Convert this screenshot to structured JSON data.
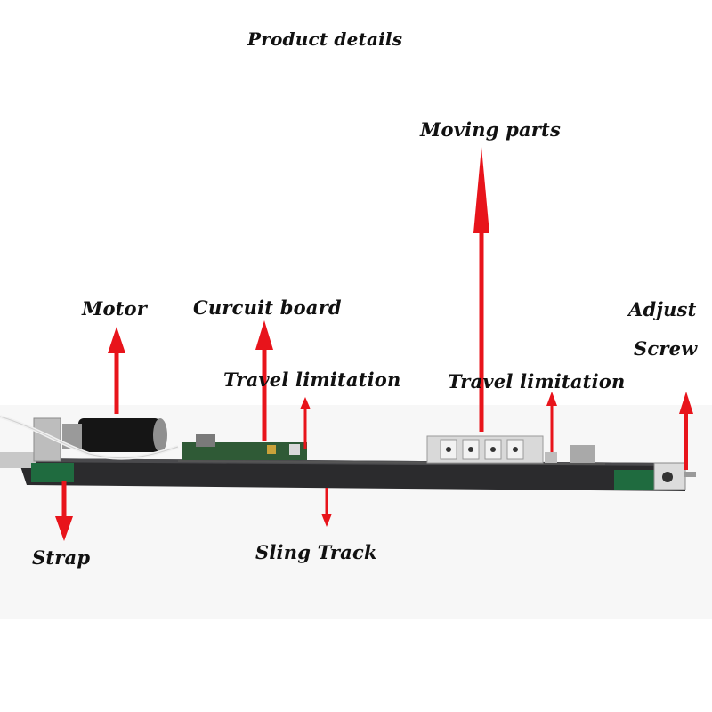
{
  "title": "Product details",
  "labels": {
    "moving_parts": "Moving parts",
    "motor": "Motor",
    "circuit_board": "Curcuit board",
    "adjust": "Adjust",
    "screw": "Screw",
    "travel_limitation_left": "Travel limitation",
    "travel_limitation_right": "Travel limitation",
    "strap": "Strap",
    "sling_track": "Sling Track"
  },
  "colors": {
    "arrow": "#e8141b",
    "track": "#2b2b2d",
    "background": "#ffffff",
    "text": "#111111",
    "strap_green": "#1f6b3f"
  }
}
